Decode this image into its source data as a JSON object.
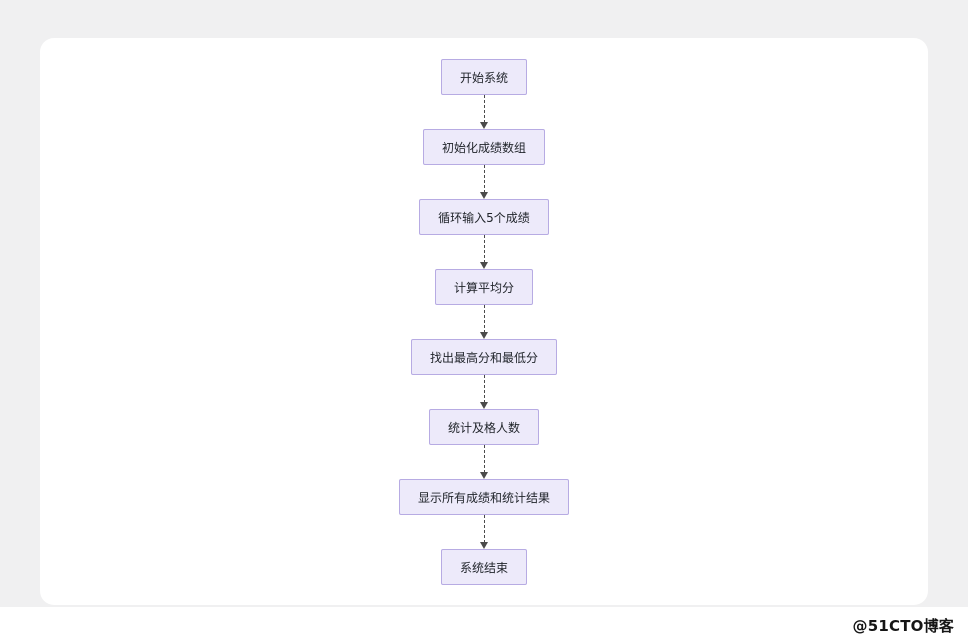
{
  "page": {
    "background": "#f0f0f1",
    "card_background": "#ffffff"
  },
  "flowchart": {
    "nodes": [
      {
        "label": "开始系统"
      },
      {
        "label": "初始化成绩数组"
      },
      {
        "label": "循环输入5个成绩"
      },
      {
        "label": "计算平均分"
      },
      {
        "label": "找出最高分和最低分"
      },
      {
        "label": "统计及格人数"
      },
      {
        "label": "显示所有成绩和统计结果"
      },
      {
        "label": "系统结束"
      }
    ],
    "style": {
      "node_fill": "#edeafa",
      "node_border": "#b7abe3",
      "node_text": "#1f2329",
      "connector": "#4a4a4a"
    }
  },
  "watermark": {
    "text": "@51CTO博客"
  }
}
